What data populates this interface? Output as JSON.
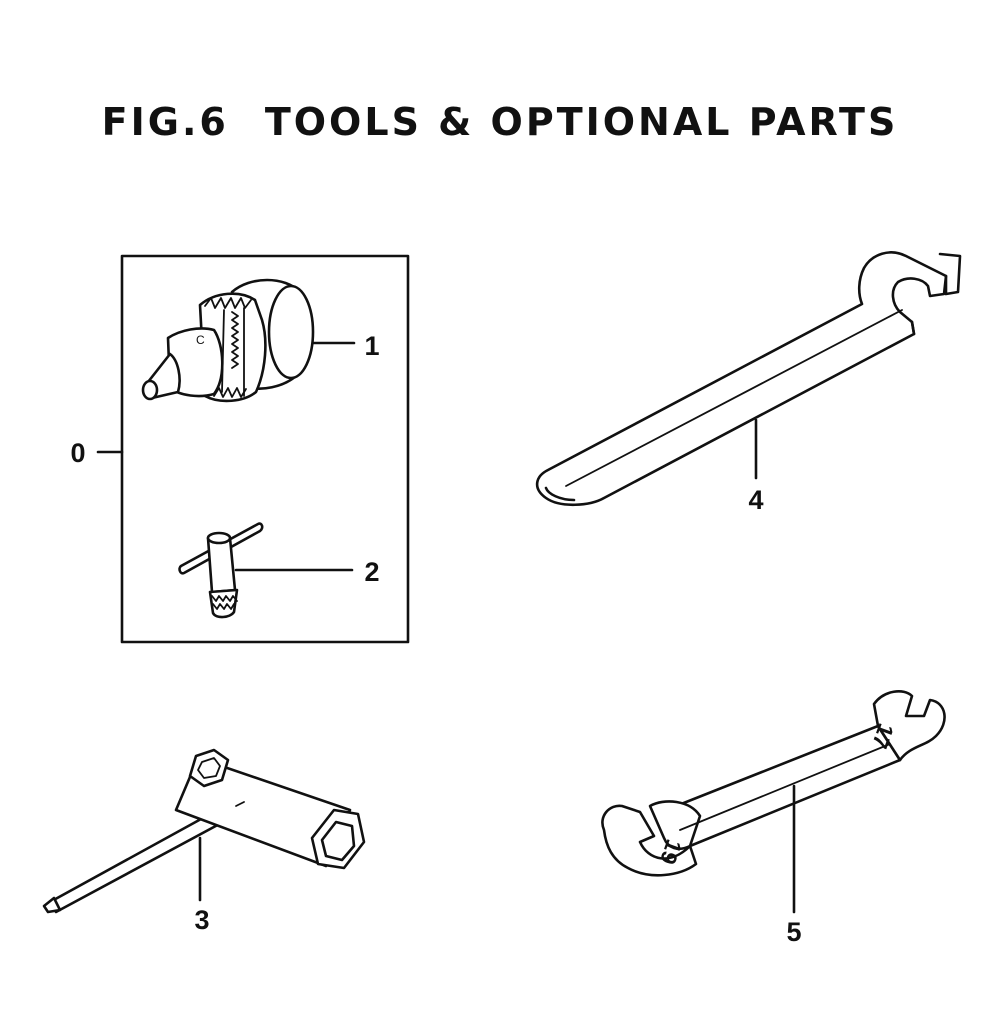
{
  "figure": {
    "number": "FIG.6",
    "title": "TOOLS & OPTIONAL PARTS"
  },
  "callouts": [
    {
      "id": "0"
    },
    {
      "id": "1"
    },
    {
      "id": "2"
    },
    {
      "id": "3"
    },
    {
      "id": "4"
    },
    {
      "id": "5"
    }
  ],
  "wrench_markings": {
    "small_end": "17",
    "large_end": "19"
  },
  "colors": {
    "ink": "#111111",
    "paper": "#ffffff"
  }
}
